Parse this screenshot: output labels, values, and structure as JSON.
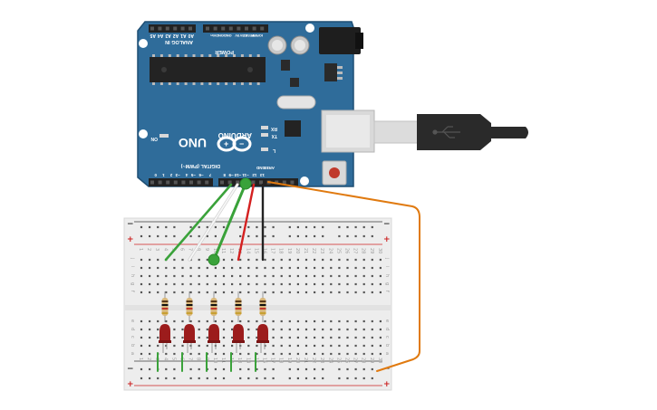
{
  "arduino": {
    "model": "UNO",
    "brand": "ARDUINO",
    "digital_label": "DIGITAL (PWM~)",
    "analog_label": "ANALOG IN",
    "power_label": "POWER",
    "on_label": "ON",
    "tx_label": "TX",
    "rx_label": "RX",
    "l_label": "L",
    "aref_label": "AREF",
    "gnd_label": "GND",
    "ioref_label": "IOREF",
    "reset_label": "RESET",
    "v33_label": "3.3V",
    "v5_label": "5V",
    "vin_label": "Vin",
    "digital_pins": [
      "0",
      "1",
      "2",
      "3",
      "4",
      "5",
      "6",
      "7",
      "8",
      "9",
      "10",
      "11",
      "12",
      "13"
    ],
    "analog_pins": [
      "A0",
      "A1",
      "A2",
      "A3",
      "A4",
      "A5"
    ]
  },
  "breadboard": {
    "columns": 30,
    "row_letters_top": [
      "j",
      "i",
      "h",
      "g",
      "f"
    ],
    "row_letters_bottom": [
      "e",
      "d",
      "c",
      "b",
      "a"
    ],
    "plus": "+",
    "minus": "−"
  },
  "components": {
    "led_count": 5,
    "resistor_count": 5
  },
  "colors": {
    "board": "#2f6c9a",
    "board_dark": "#1f4f74",
    "wire_green": "#3aa23a",
    "wire_white": "#f2f2f2",
    "wire_red": "#d42020",
    "wire_black": "#222222",
    "wire_orange": "#e07a10",
    "led": "#9c1c1c",
    "resistor": "#d8b77a"
  }
}
